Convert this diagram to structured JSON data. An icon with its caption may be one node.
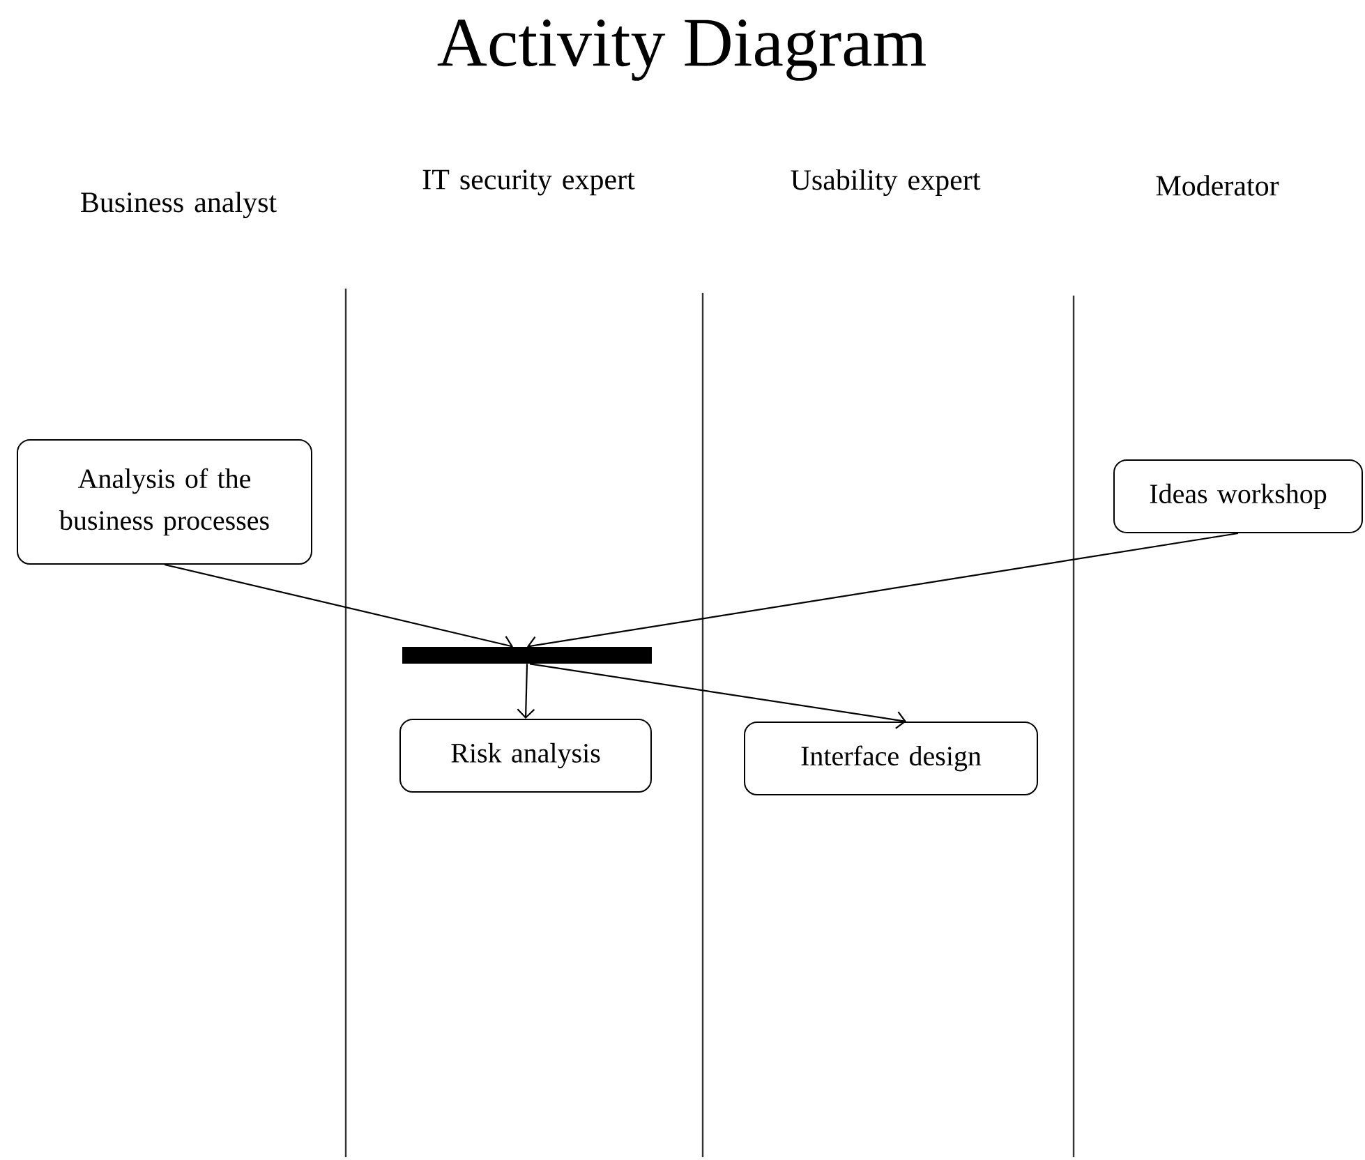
{
  "diagram": {
    "title": "Activity Diagram",
    "nodes": [
      {
        "text": [
          "Analysis of the business processes"
        ]
      },
      {
        "text": [
          "Ideas workshop"
        ]
      },
      {
        "text": [],
        "shape": "bar"
      },
      {
        "text": [
          "Risk analysis"
        ]
      },
      {
        "text": [
          "Interface design"
        ]
      }
    ],
    "edges": [
      {
        "from": 0,
        "to": 2,
        "arrow": "to"
      },
      {
        "from": 1,
        "to": 2,
        "arrow": "to"
      },
      {
        "from": 2,
        "to": 3,
        "arrow": "to"
      },
      {
        "from": 2,
        "to": 4,
        "arrow": "to"
      }
    ],
    "labels": [
      "Business analyst",
      "IT security expert",
      "Usability expert",
      "Moderator"
    ]
  }
}
